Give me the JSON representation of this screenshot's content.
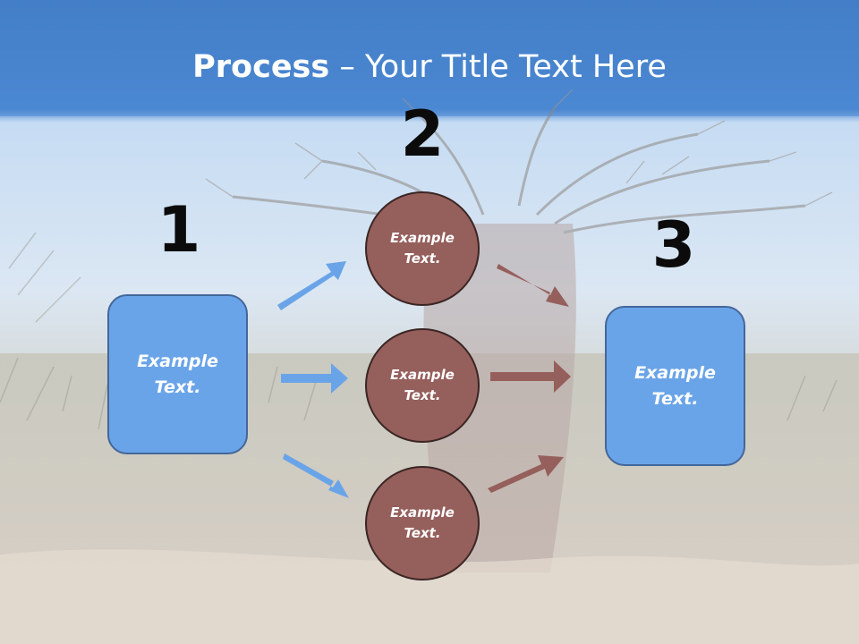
{
  "title": {
    "bold": "Process",
    "rest": " – Your Title Text Here"
  },
  "steps": {
    "one": {
      "number": "1",
      "text": "Example\nText."
    },
    "two": {
      "number": "2",
      "circles": [
        "Example\nText.",
        "Example\nText.",
        "Example\nText."
      ]
    },
    "three": {
      "number": "3",
      "text": "Example\nText."
    }
  },
  "colors": {
    "box": "#6aa4e8",
    "circle": "#955f5c",
    "arrow_blue": "#6aa4e8",
    "arrow_red": "#955f5c"
  }
}
